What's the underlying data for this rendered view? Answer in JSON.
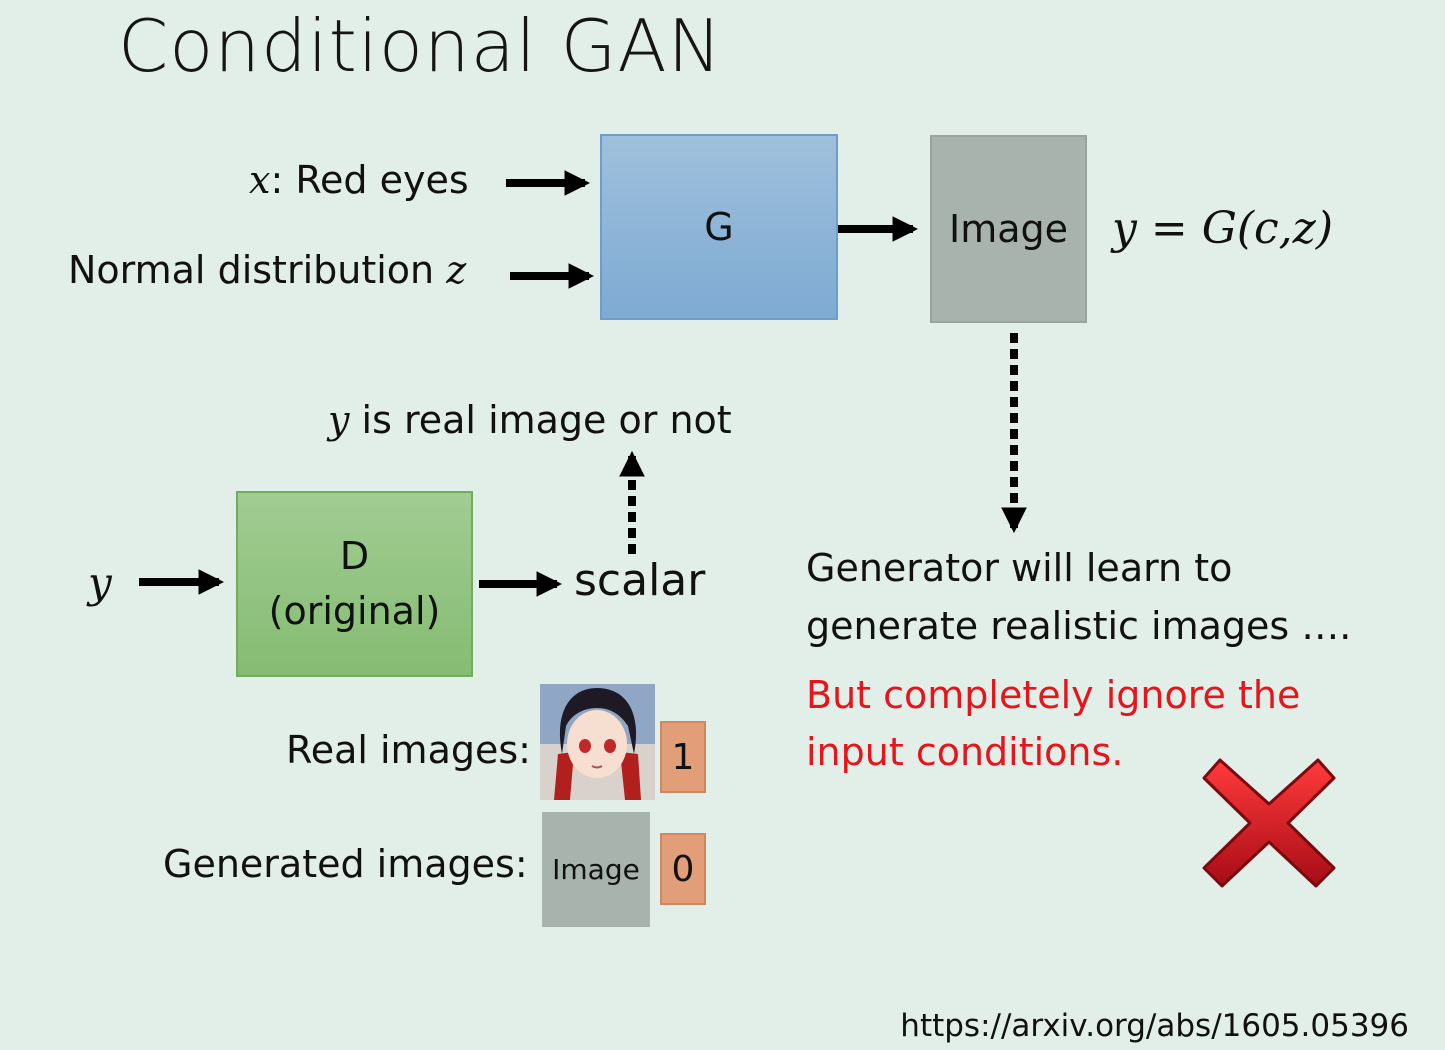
{
  "title": "Conditional GAN",
  "generator": {
    "input_x_var": "x",
    "input_x_text": ": Red eyes",
    "input_z_text": "Normal distribution",
    "input_z_var": "z",
    "box_label": "G",
    "output_label": "Image",
    "equation": "y = G(c,z)"
  },
  "discriminator": {
    "input_var": "y",
    "box_label_line1": "D",
    "box_label_line2": "(original)",
    "output_label": "scalar",
    "question_var": "y",
    "question_text": " is real image or not"
  },
  "training": {
    "real_label": "Real images:",
    "real_value": "1",
    "generated_label": "Generated images:",
    "generated_image_label": "Image",
    "generated_value": "0"
  },
  "note": {
    "line1": "Generator will learn to",
    "line2": "generate realistic images ….",
    "warning_line1": "But completely ignore the",
    "warning_line2": "input conditions."
  },
  "reference": "https://arxiv.org/abs/1605.05396",
  "colors": {
    "background": "#e2efe8",
    "generator_box": "#8db4d8",
    "image_box": "#a9b3ae",
    "discriminator_box": "#93c481",
    "label_box": "#e19e78",
    "warning_text": "#e8141c",
    "cross_mark": "#c8102e"
  },
  "icons": [
    "anime-face-thumbnail",
    "red-x-icon"
  ]
}
